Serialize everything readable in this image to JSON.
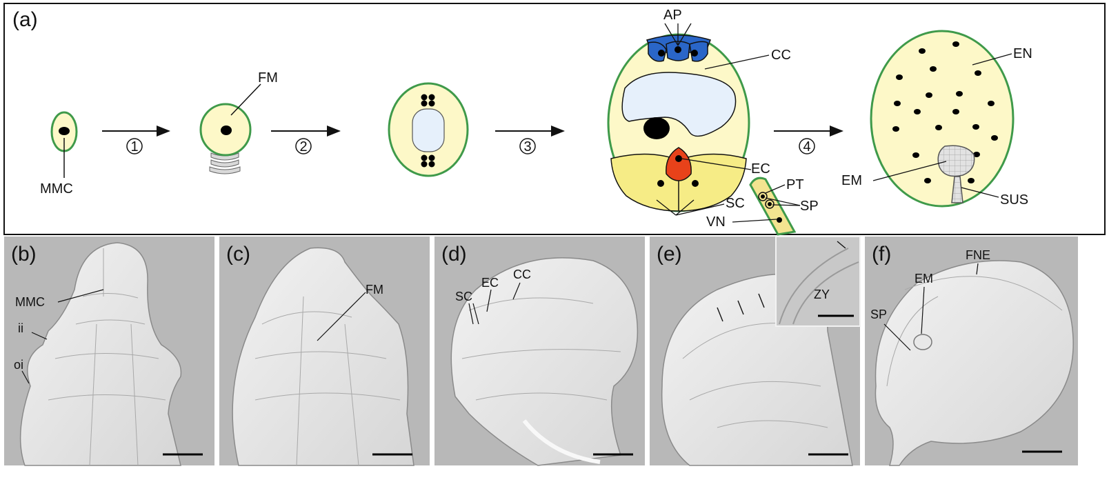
{
  "panels": {
    "a": "(a)",
    "b": "(b)",
    "c": "(c)",
    "d": "(d)",
    "e": "(e)",
    "f": "(f)"
  },
  "steps": [
    "1",
    "2",
    "3",
    "4"
  ],
  "schematic_labels": {
    "mmc": "MMC",
    "fm": "FM",
    "ap": "AP",
    "cc": "CC",
    "ec": "EC",
    "pt": "PT",
    "sp": "SP",
    "sc": "SC",
    "vn": "VN",
    "en": "EN",
    "em": "EM",
    "sus": "SUS"
  },
  "micrograph_labels": {
    "b_mmc": "MMC",
    "b_ii": "ii",
    "b_oi": "oi",
    "c_fm": "FM",
    "d_sc": "SC",
    "d_ec": "EC",
    "d_cc": "CC",
    "e_zy": "ZY",
    "f_fne": "FNE",
    "f_em": "EM",
    "f_sp": "SP"
  },
  "colors": {
    "cell_fill": "#fdf8c8",
    "cell_border": "#3f9a4a",
    "vacuole": "#e6f0fb",
    "antipodal": "#2a66c8",
    "egg": "#e8421a",
    "synergid": "#f6ec86",
    "micrograph_bg": "#b9b9b9"
  }
}
